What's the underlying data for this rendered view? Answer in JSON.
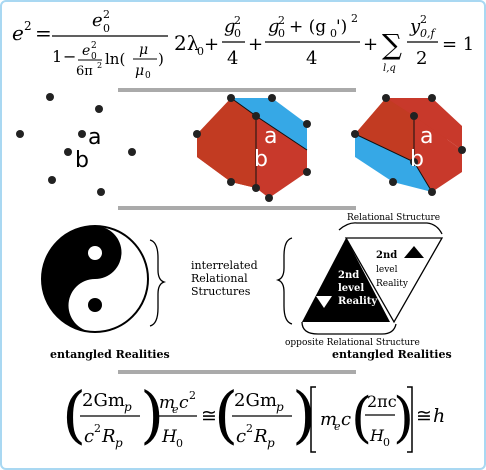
{
  "equation_top_left": {
    "lhs": "e",
    "lhs_sup": "2",
    "num_base": "e",
    "num_sup": "2",
    "num_sub": "0",
    "den_one": "1",
    "den_minus": "−",
    "den_frac_num": "e",
    "den_frac_num_sup": "2",
    "den_frac_num_sub": "0",
    "den_frac_den": "6π",
    "den_frac_den_sup": "2",
    "den_ln": "ln(",
    "den_mu": "μ",
    "den_mu0": "μ",
    "den_mu0_sub": "0",
    "den_close": ")"
  },
  "equation_top_right": {
    "term1": "2λ",
    "term1_sub": "0",
    "plus": "+",
    "frac1_num": "g",
    "frac1_num_sup": "2",
    "frac1_num_sub": "0",
    "frac1_den": "4",
    "frac2_num_a": "g",
    "frac2_num_a_sup": "2",
    "frac2_num_a_sub": "0",
    "frac2_num_b": "+ (g",
    "frac2_num_b_sub": "0",
    "frac2_num_c": "')",
    "frac2_num_c_sup": "2",
    "frac2_den": "4",
    "sum": "∑",
    "sum_sub": "l,q",
    "frac3_num": "y",
    "frac3_num_sup": "2",
    "frac3_num_sub": "0,f",
    "frac3_den": "2",
    "equals": "= 1"
  },
  "points": {
    "label_a": "a",
    "label_b": "b"
  },
  "cube_left": {
    "label_a": "a",
    "label_b": "b",
    "colors": {
      "red": "#c23b22",
      "blue": "#2ea6e8"
    }
  },
  "cube_right": {
    "label_a": "a",
    "label_b": "b"
  },
  "yin_yang_caption": "entangled Realities",
  "interrelated_lines": [
    "interrelated",
    "Relational",
    "Structures"
  ],
  "relational_structure_label": "Relational Structure",
  "opposite_relational_label": "opposite Relational Structure",
  "triangle_left_lines": [
    "2nd",
    "level",
    "Reality"
  ],
  "triangle_right_lines": [
    "2nd",
    "level",
    "Reality"
  ],
  "triangle_caption": "entangled Realities",
  "equation_bottom": {
    "num1": "2Gm",
    "num1_sub": "p",
    "den1": "c",
    "den1_sup": "2",
    "den1_b": "R",
    "den1_b_sub": "p",
    "frac_num": "m",
    "frac_num_sub": "e",
    "frac_num_b": "c",
    "frac_num_b_sup": "2",
    "frac_den": "H",
    "frac_den_sub": "0",
    "approx": "≅",
    "num2": "2Gm",
    "num2_sub": "p",
    "den2": "c",
    "den2_sup": "2",
    "den2_b": "R",
    "den2_b_sub": "p",
    "m": "m",
    "m_sub": "e",
    "c": "c",
    "inner_num": "2πc",
    "inner_den": "H",
    "inner_den_sub": "0",
    "approx2": "≅",
    "h": "h"
  }
}
